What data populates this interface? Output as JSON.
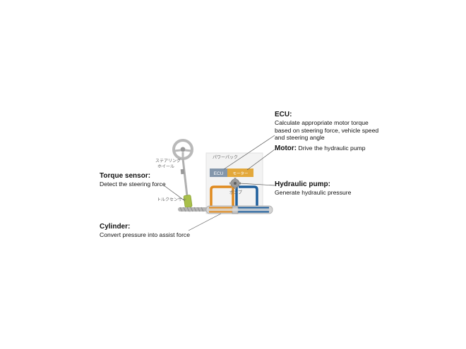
{
  "labels": {
    "ecu": {
      "title": "ECU:",
      "line1": "Calculate appropriate motor torque",
      "line2": "based on steering force, vehicle speed",
      "line3": "and steering angle"
    },
    "motor": {
      "title": "Motor:",
      "text": "Drive the hydraulic pump"
    },
    "pump": {
      "title": "Hydraulic pump:",
      "text": "Generate hydraulic pressure"
    },
    "torque": {
      "title": "Torque sensor:",
      "text": "Detect the steering force"
    },
    "cylinder": {
      "title": "Cylinder:",
      "text": "Convert pressure into assist force"
    }
  },
  "jp_labels": {
    "steering_wheel_line1": "ステアリング",
    "steering_wheel_line2": "ホイール",
    "power_pack": "パワーパック",
    "torque_sensor": "トルクセンサー",
    "pump": "ポンプ",
    "ecu_box": "ECU",
    "motor_box": "モーター"
  },
  "colors": {
    "orange": "#e08a1e",
    "blue": "#1f5f9c",
    "ecu_box": "#8396ab",
    "motor_box": "#e3a83b",
    "sensor": "#a8bf4a",
    "shaft": "#c8c8c8",
    "panel": "#f3f3f3"
  }
}
